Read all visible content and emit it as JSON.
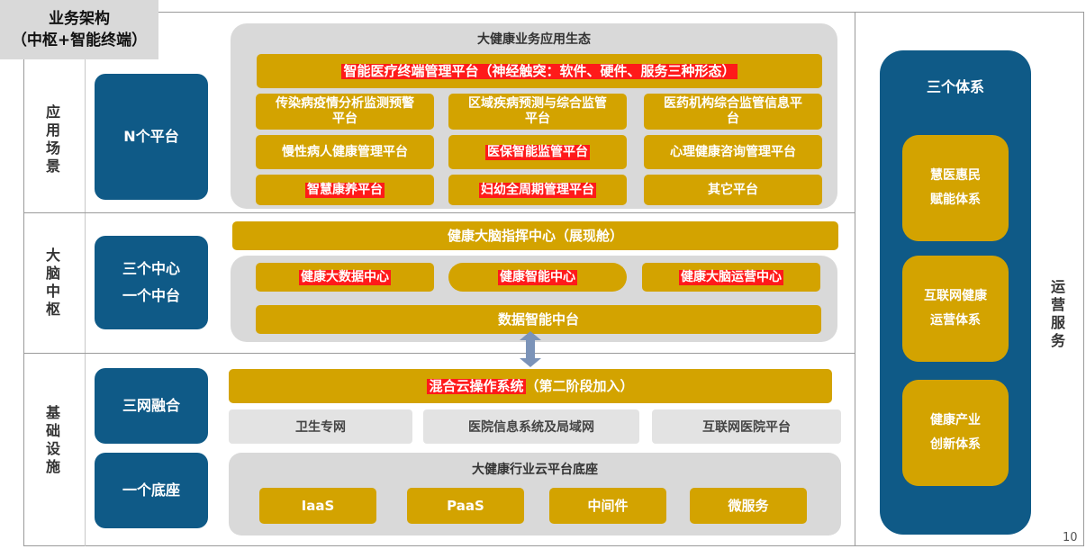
{
  "title": {
    "line1": "业务架构",
    "line2": "（中枢+智能终端）"
  },
  "rows": {
    "application": {
      "label": [
        "应",
        "用",
        "场",
        "景"
      ],
      "blue": "N个平台",
      "panel_title": "大健康业务应用生态",
      "top_bar": "智能医疗终端管理平台（神经触突：软件、硬件、服务三种形态）",
      "grid": [
        [
          "传染病疫情分析监测预警",
          "平台"
        ],
        [
          "区域疾病预测与综合监管",
          "平台"
        ],
        [
          "医药机构综合监管信息平",
          "台"
        ],
        [
          "慢性病人健康管理平台"
        ],
        [
          "医保智能监管平台"
        ],
        [
          "心理健康咨询管理平台"
        ],
        [
          "智慧康养平台"
        ],
        [
          "妇幼全周期管理平台"
        ],
        [
          "其它平台"
        ]
      ]
    },
    "brain": {
      "label": [
        "大",
        "脑",
        "中",
        "枢"
      ],
      "blue": [
        "三个中心",
        "一个中台"
      ],
      "command_center": "健康大脑指挥中心（展现舱）",
      "centers": [
        "健康大数据中心",
        "健康智能中心",
        "健康大脑运营中心"
      ],
      "data_platform": "数据智能中台"
    },
    "infra": {
      "label": [
        "基",
        "础",
        "设",
        "施"
      ],
      "blue_top": "三网融合",
      "blue_bottom": "一个底座",
      "cloud_os_highlight": "混合云操作系统",
      "cloud_os_rest": "（第二阶段加入）",
      "networks": [
        "卫生专网",
        "医院信息系统及局域网",
        "互联网医院平台"
      ],
      "base_title": "大健康行业云平台底座",
      "base_items": [
        "IaaS",
        "PaaS",
        "中间件",
        "微服务"
      ]
    }
  },
  "ops": {
    "label": [
      "运",
      "营",
      "服",
      "务"
    ],
    "title": "三个体系",
    "systems": [
      [
        "慧医惠民",
        "赋能体系"
      ],
      [
        "互联网健康",
        "运营体系"
      ],
      [
        "健康产业",
        "创新体系"
      ]
    ]
  },
  "page_number": "10",
  "colors": {
    "blue": "#0f5a87",
    "gold": "#d3a300",
    "highlight": "#ff1a1a",
    "panel_gray": "#d9d9d9"
  }
}
